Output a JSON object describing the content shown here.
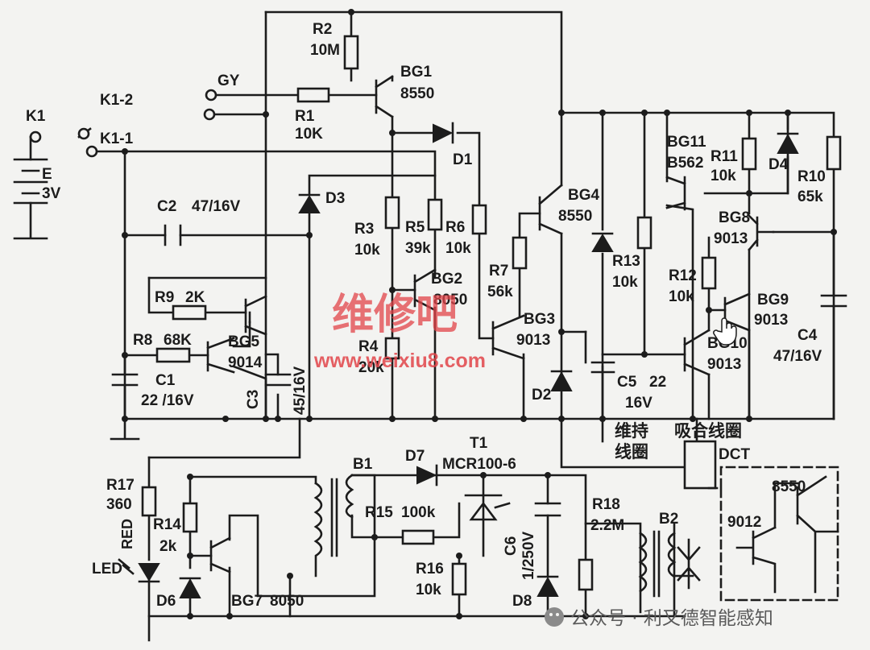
{
  "labels": {
    "r2": "R2",
    "r2v": "10M",
    "bg1": "BG1",
    "bg1v": "8550",
    "gy": "GY",
    "k12": "K1-2",
    "k11": "K1-1",
    "k1": "K1",
    "r1": "R1",
    "r1v": "10K",
    "e": "E",
    "ev": "3V",
    "d1": "D1",
    "d3": "D3",
    "c2": "C2",
    "c2v": "47/16V",
    "r3": "R3",
    "r3v": "10k",
    "r5": "R5",
    "r5v": "39k",
    "r6": "R6",
    "r6v": "10k",
    "bg4": "BG4",
    "bg4v": "8550",
    "bg11": "BG11",
    "bg11v": "B562",
    "r11": "R11",
    "r11v": "10k",
    "d4": "D4",
    "r10": "R10",
    "r10v": "65k",
    "bg8": "BG8",
    "bg8v": "9013",
    "r13": "R13",
    "r13v": "10k",
    "r12": "R12",
    "r12v": "10k",
    "bg9": "BG9",
    "bg9v": "9013",
    "c4": "C4",
    "c4v": "47/16V",
    "r7": "R7",
    "r7v": "56k",
    "bg2": "BG2",
    "bg2v": "8050",
    "bg3": "BG3",
    "bg3v": "9013",
    "bg10": "BG10",
    "bg10v": "9013",
    "r9": "R9",
    "r9v": "2K",
    "r8": "R8",
    "r8v": "68K",
    "bg5": "BG5",
    "bg5v": "9014",
    "r4": "R4",
    "r4v": "20k",
    "c5": "C5",
    "c5v": "22",
    "c5v2": "16V",
    "d2": "D2",
    "c1": "C1",
    "c1v": "22 /16V",
    "c3": "C3",
    "c3v": "45/16V",
    "hold1": "维持",
    "hold2": "线圈",
    "pull": "吸合线圈",
    "dct": "DCT",
    "b1": "B1",
    "d7": "D7",
    "t1": "T1",
    "t1v": "MCR100-6",
    "r17": "R17",
    "r17v": "360",
    "r15": "R15",
    "r15v": "100k",
    "b2": "B2",
    "q8550": "8550",
    "q9012": "9012",
    "r18": "R18",
    "r18v": "2.2M",
    "r14": "R14",
    "r14v": "2k",
    "red": "RED",
    "c6": "C6",
    "c6v": "1/250V",
    "led": "LED",
    "r16": "R16",
    "r16v": "10k",
    "d6": "D6",
    "bg7": "BG7",
    "bg7v": "8050",
    "d8": "D8"
  },
  "watermark": {
    "url": "www.weixiu8.com",
    "logo_text": "维修吧",
    "account": "公众号 · 利又德智能感知"
  },
  "colors": {
    "ink": "#1c1c1c",
    "paper": "#f3f3f1",
    "watermark": "#e2454a"
  }
}
